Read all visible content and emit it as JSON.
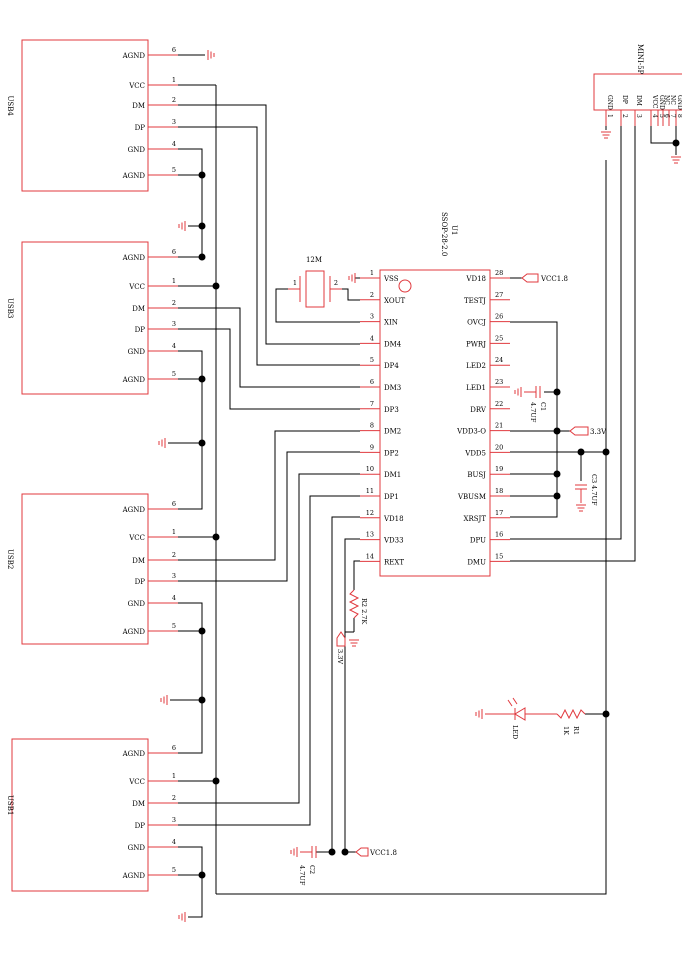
{
  "usb_blocks": [
    {
      "name": "USB4",
      "pins": [
        {
          "num": "6",
          "label": "AGND"
        },
        {
          "num": "1",
          "label": "VCC"
        },
        {
          "num": "2",
          "label": "DM"
        },
        {
          "num": "3",
          "label": "DP"
        },
        {
          "num": "4",
          "label": "GND"
        },
        {
          "num": "5",
          "label": "AGND"
        }
      ]
    },
    {
      "name": "USB3",
      "pins": [
        {
          "num": "6",
          "label": "AGND"
        },
        {
          "num": "1",
          "label": "VCC"
        },
        {
          "num": "2",
          "label": "DM"
        },
        {
          "num": "3",
          "label": "DP"
        },
        {
          "num": "4",
          "label": "GND"
        },
        {
          "num": "5",
          "label": "AGND"
        }
      ]
    },
    {
      "name": "USB2",
      "pins": [
        {
          "num": "6",
          "label": "AGND"
        },
        {
          "num": "1",
          "label": "VCC"
        },
        {
          "num": "2",
          "label": "DM"
        },
        {
          "num": "3",
          "label": "DP"
        },
        {
          "num": "4",
          "label": "GND"
        },
        {
          "num": "5",
          "label": "AGND"
        }
      ]
    },
    {
      "name": "USB1",
      "pins": [
        {
          "num": "6",
          "label": "AGND"
        },
        {
          "num": "1",
          "label": "VCC"
        },
        {
          "num": "2",
          "label": "DM"
        },
        {
          "num": "3",
          "label": "DP"
        },
        {
          "num": "4",
          "label": "GND"
        },
        {
          "num": "5",
          "label": "AGND"
        }
      ]
    }
  ],
  "ic": {
    "ref": "U1",
    "package": "SSOP-28-2.0",
    "left_pins": [
      {
        "num": "1",
        "label": "VSS"
      },
      {
        "num": "2",
        "label": "XOUT"
      },
      {
        "num": "3",
        "label": "XIN"
      },
      {
        "num": "4",
        "label": "DM4"
      },
      {
        "num": "5",
        "label": "DP4"
      },
      {
        "num": "6",
        "label": "DM3"
      },
      {
        "num": "7",
        "label": "DP3"
      },
      {
        "num": "8",
        "label": "DM2"
      },
      {
        "num": "9",
        "label": "DP2"
      },
      {
        "num": "10",
        "label": "DM1"
      },
      {
        "num": "11",
        "label": "DP1"
      },
      {
        "num": "12",
        "label": "VD18"
      },
      {
        "num": "13",
        "label": "VD33"
      },
      {
        "num": "14",
        "label": "REXT"
      }
    ],
    "right_pins": [
      {
        "num": "28",
        "label": "VD18"
      },
      {
        "num": "27",
        "label": "TESTJ"
      },
      {
        "num": "26",
        "label": "OVCJ"
      },
      {
        "num": "25",
        "label": "PWRJ"
      },
      {
        "num": "24",
        "label": "LED2"
      },
      {
        "num": "23",
        "label": "LED1"
      },
      {
        "num": "22",
        "label": "DRV"
      },
      {
        "num": "21",
        "label": "VDD3-O"
      },
      {
        "num": "20",
        "label": "VDD5"
      },
      {
        "num": "19",
        "label": "BUSJ"
      },
      {
        "num": "18",
        "label": "VBUSM"
      },
      {
        "num": "17",
        "label": "XRSJT"
      },
      {
        "num": "16",
        "label": "DPU"
      },
      {
        "num": "15",
        "label": "DMU"
      }
    ]
  },
  "crystal": {
    "value": "12M",
    "pin1": "1",
    "pin2": "2"
  },
  "mini5p": {
    "name": "MINI-5P",
    "pins": [
      {
        "num": "1",
        "label": "GND"
      },
      {
        "num": "2",
        "label": "DP"
      },
      {
        "num": "3",
        "label": "DM"
      },
      {
        "num": "4",
        "label": "VCC"
      },
      {
        "num": "5",
        "label": "GND"
      },
      {
        "num": "6",
        "label": "NC"
      },
      {
        "num": "7",
        "label": "NC"
      },
      {
        "num": "8",
        "label": "GND"
      }
    ]
  },
  "components": {
    "c1": {
      "ref": "C1",
      "value": "4.7UF"
    },
    "c2": {
      "ref": "C2",
      "value": "4.7UF"
    },
    "c3": {
      "ref": "C3",
      "value": "4.7UF"
    },
    "r1": {
      "ref": "R1",
      "value": "1K"
    },
    "r2": {
      "ref": "R2",
      "value": "2.7K"
    },
    "led": {
      "ref": "LED"
    }
  },
  "net_labels": {
    "vcc18_top": "VCC1.8",
    "v33_right": "3.3V",
    "v33_r2": "3.3V",
    "vcc18_bottom": "VCC1.8"
  },
  "colors": {
    "component": "#e0393e",
    "wire": "#000000",
    "junction": "#000000",
    "ground": "#e0393e"
  }
}
